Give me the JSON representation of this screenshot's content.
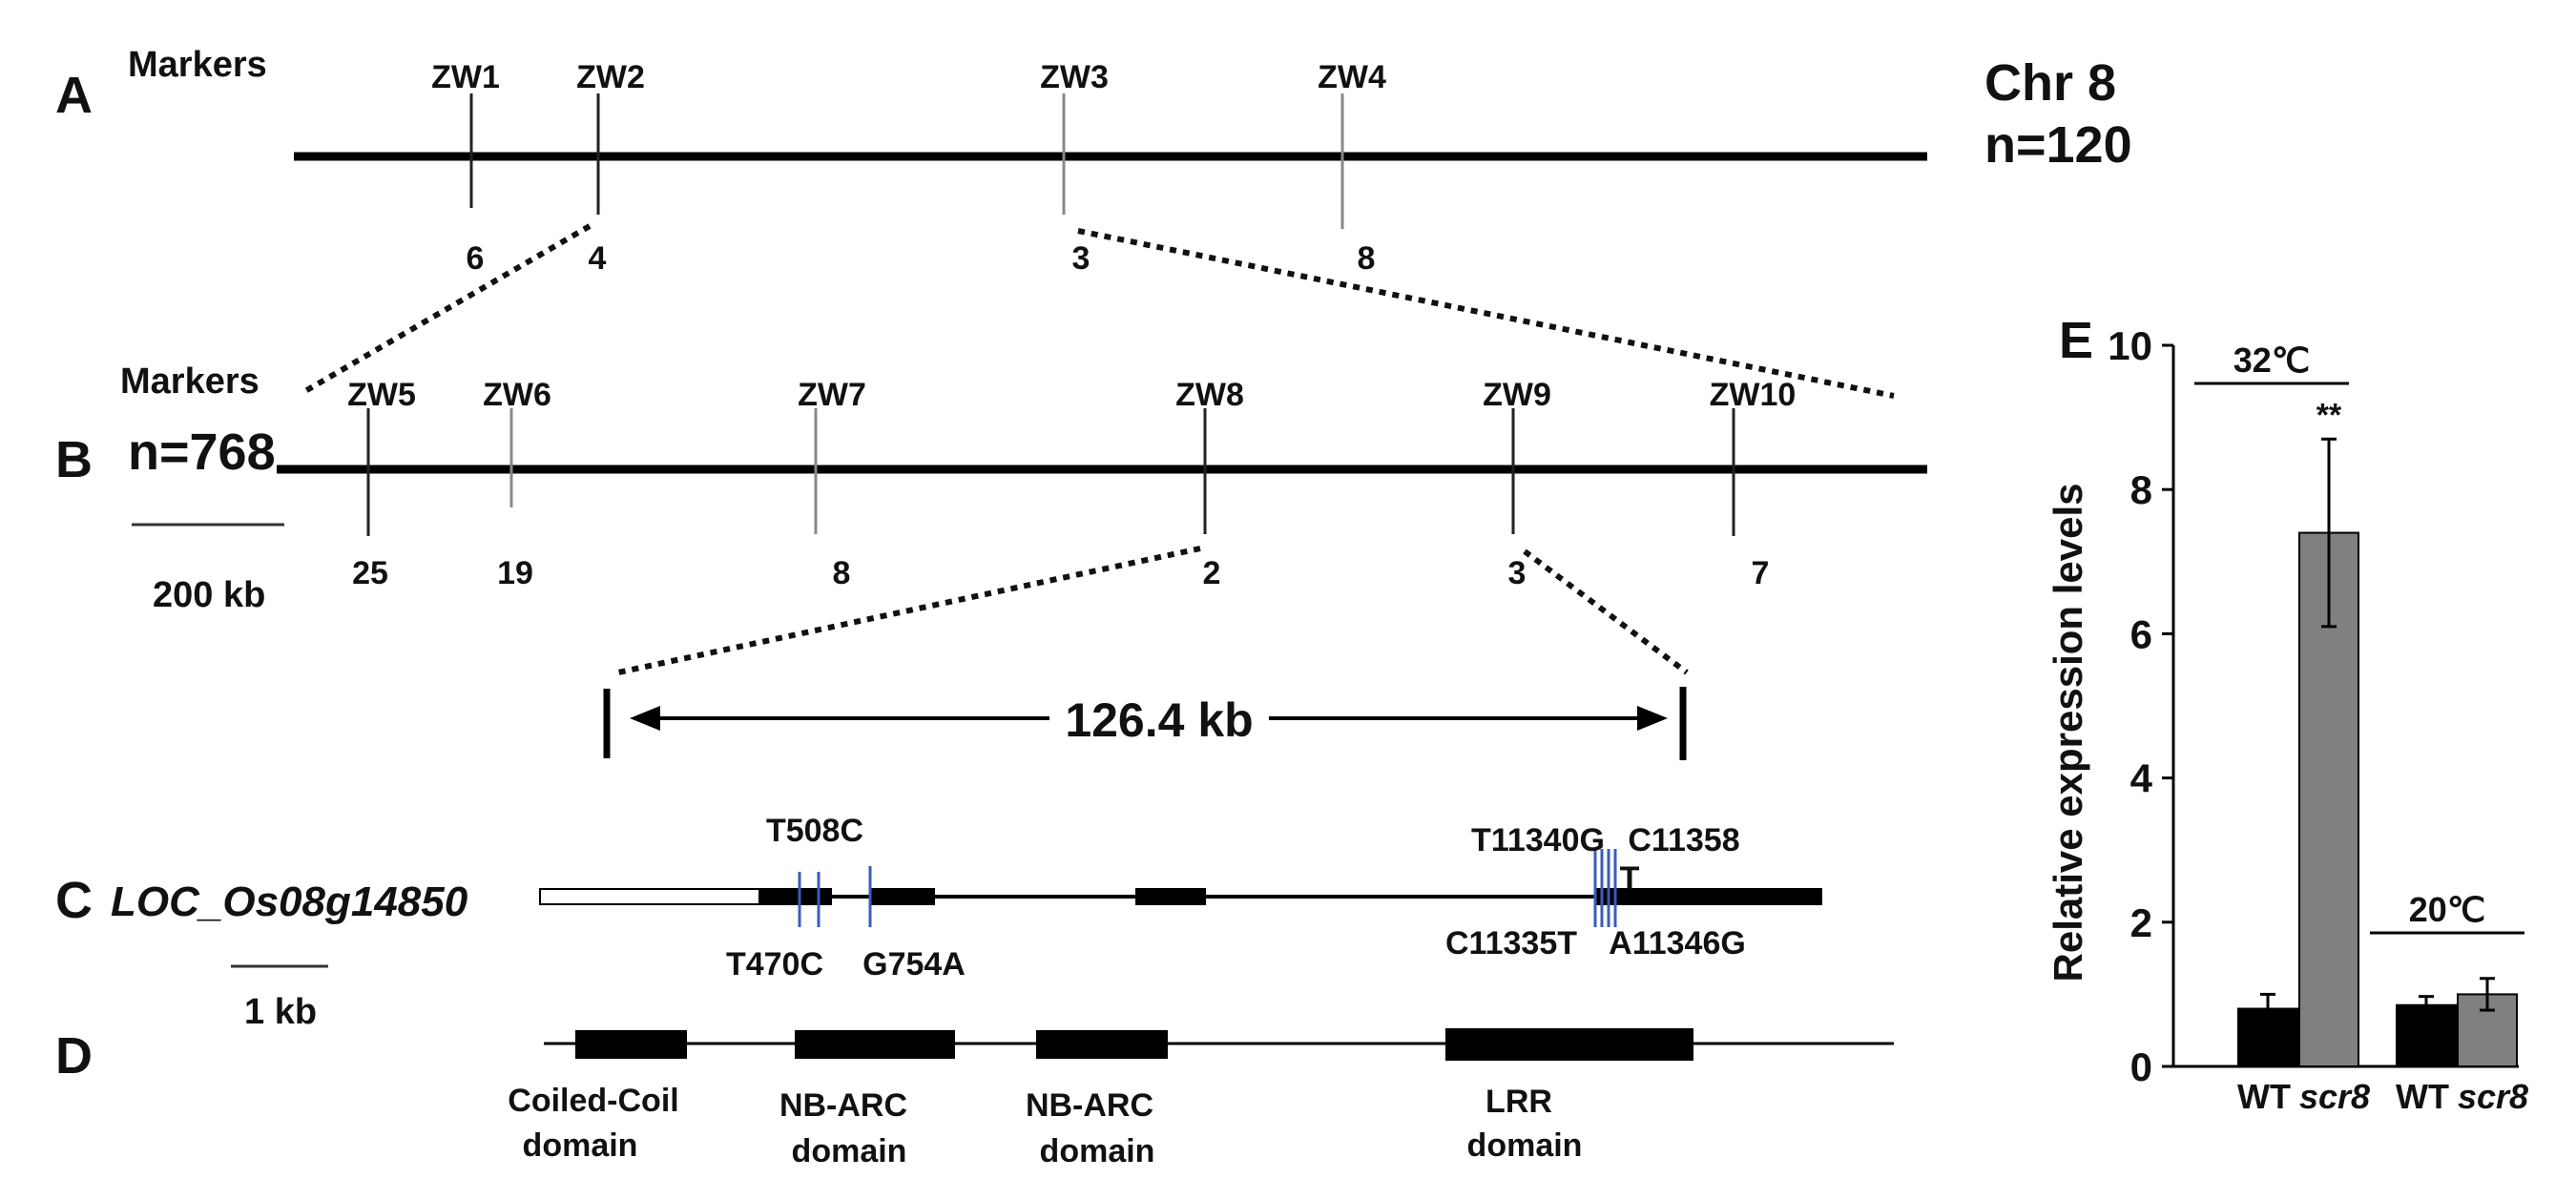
{
  "panel_a": {
    "label": "A",
    "markers_label": "Markers",
    "chromosome": "Chr 8",
    "population": "n=120",
    "markers": [
      {
        "name": "ZW1",
        "recombinants": "6"
      },
      {
        "name": "ZW2",
        "recombinants": "4"
      },
      {
        "name": "ZW3",
        "recombinants": "3"
      },
      {
        "name": "ZW4",
        "recombinants": "8"
      }
    ]
  },
  "panel_b": {
    "label": "B",
    "markers_label": "Markers",
    "population": "n=768",
    "scale": "200 kb",
    "markers": [
      {
        "name": "ZW5",
        "recombinants": "25"
      },
      {
        "name": "ZW6",
        "recombinants": "19"
      },
      {
        "name": "ZW7",
        "recombinants": "8"
      },
      {
        "name": "ZW8",
        "recombinants": "2"
      },
      {
        "name": "ZW9",
        "recombinants": "3"
      },
      {
        "name": "ZW10",
        "recombinants": "7"
      }
    ],
    "interval": "126.4 kb"
  },
  "panel_c": {
    "label": "C",
    "gene": "LOC_Os08g14850",
    "scale": "1 kb",
    "snps_top": [
      "T508C",
      "T11340G",
      "C11358"
    ],
    "snps_top_extra": "T",
    "snps_bottom": [
      "T470C",
      "G754A",
      "C11335T",
      "A11346G"
    ]
  },
  "panel_d": {
    "label": "D",
    "domains": [
      {
        "line1": "Coiled-Coil",
        "line2": "domain"
      },
      {
        "line1": "NB-ARC",
        "line2": "domain"
      },
      {
        "line1": "NB-ARC",
        "line2": "domain"
      },
      {
        "line1": "LRR",
        "line2": "domain"
      }
    ]
  },
  "panel_e": {
    "label": "E"
  },
  "chart_data": {
    "type": "bar",
    "ylabel": "Relative expression levels",
    "ylim": [
      0,
      10
    ],
    "yticks": [
      "0",
      "2",
      "4",
      "6",
      "8",
      "10"
    ],
    "groups": [
      {
        "condition": "32℃",
        "categories": [
          "WT",
          "scr8"
        ],
        "values": [
          0.8,
          7.4
        ],
        "errors": [
          0.2,
          1.3
        ],
        "significance": [
          "",
          "**"
        ]
      },
      {
        "condition": "20℃",
        "categories": [
          "WT",
          "scr8"
        ],
        "values": [
          0.85,
          1.0
        ],
        "errors": [
          0.12,
          0.22
        ],
        "significance": [
          "",
          ""
        ]
      }
    ],
    "bar_colors": [
      "#000000",
      "#808080"
    ]
  }
}
